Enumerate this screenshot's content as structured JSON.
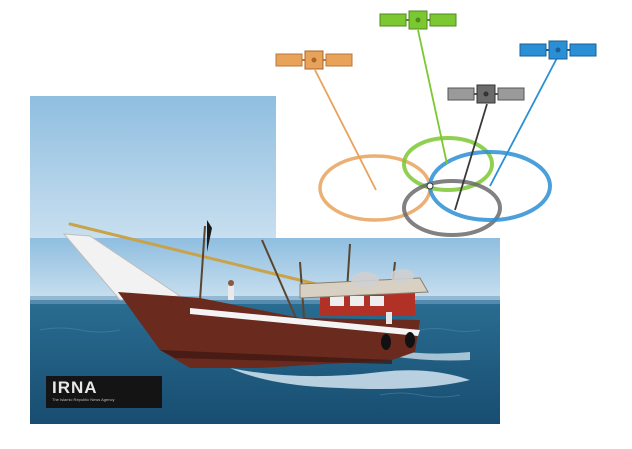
{
  "watermark": {
    "logo_text": "IRNA",
    "tagline": "The Islamic Republic News Agency"
  },
  "colors": {
    "satellite_orange": "#e8a25a",
    "satellite_green": "#7cc832",
    "satellite_gray": "#6b6b6b",
    "satellite_blue": "#2b8fd6",
    "sea": "#1f5f86",
    "sky": "#9cc4e2",
    "hull": "#6a2a1e"
  },
  "icons": [
    "satellite-icon",
    "coverage-ring",
    "boat-photo"
  ]
}
